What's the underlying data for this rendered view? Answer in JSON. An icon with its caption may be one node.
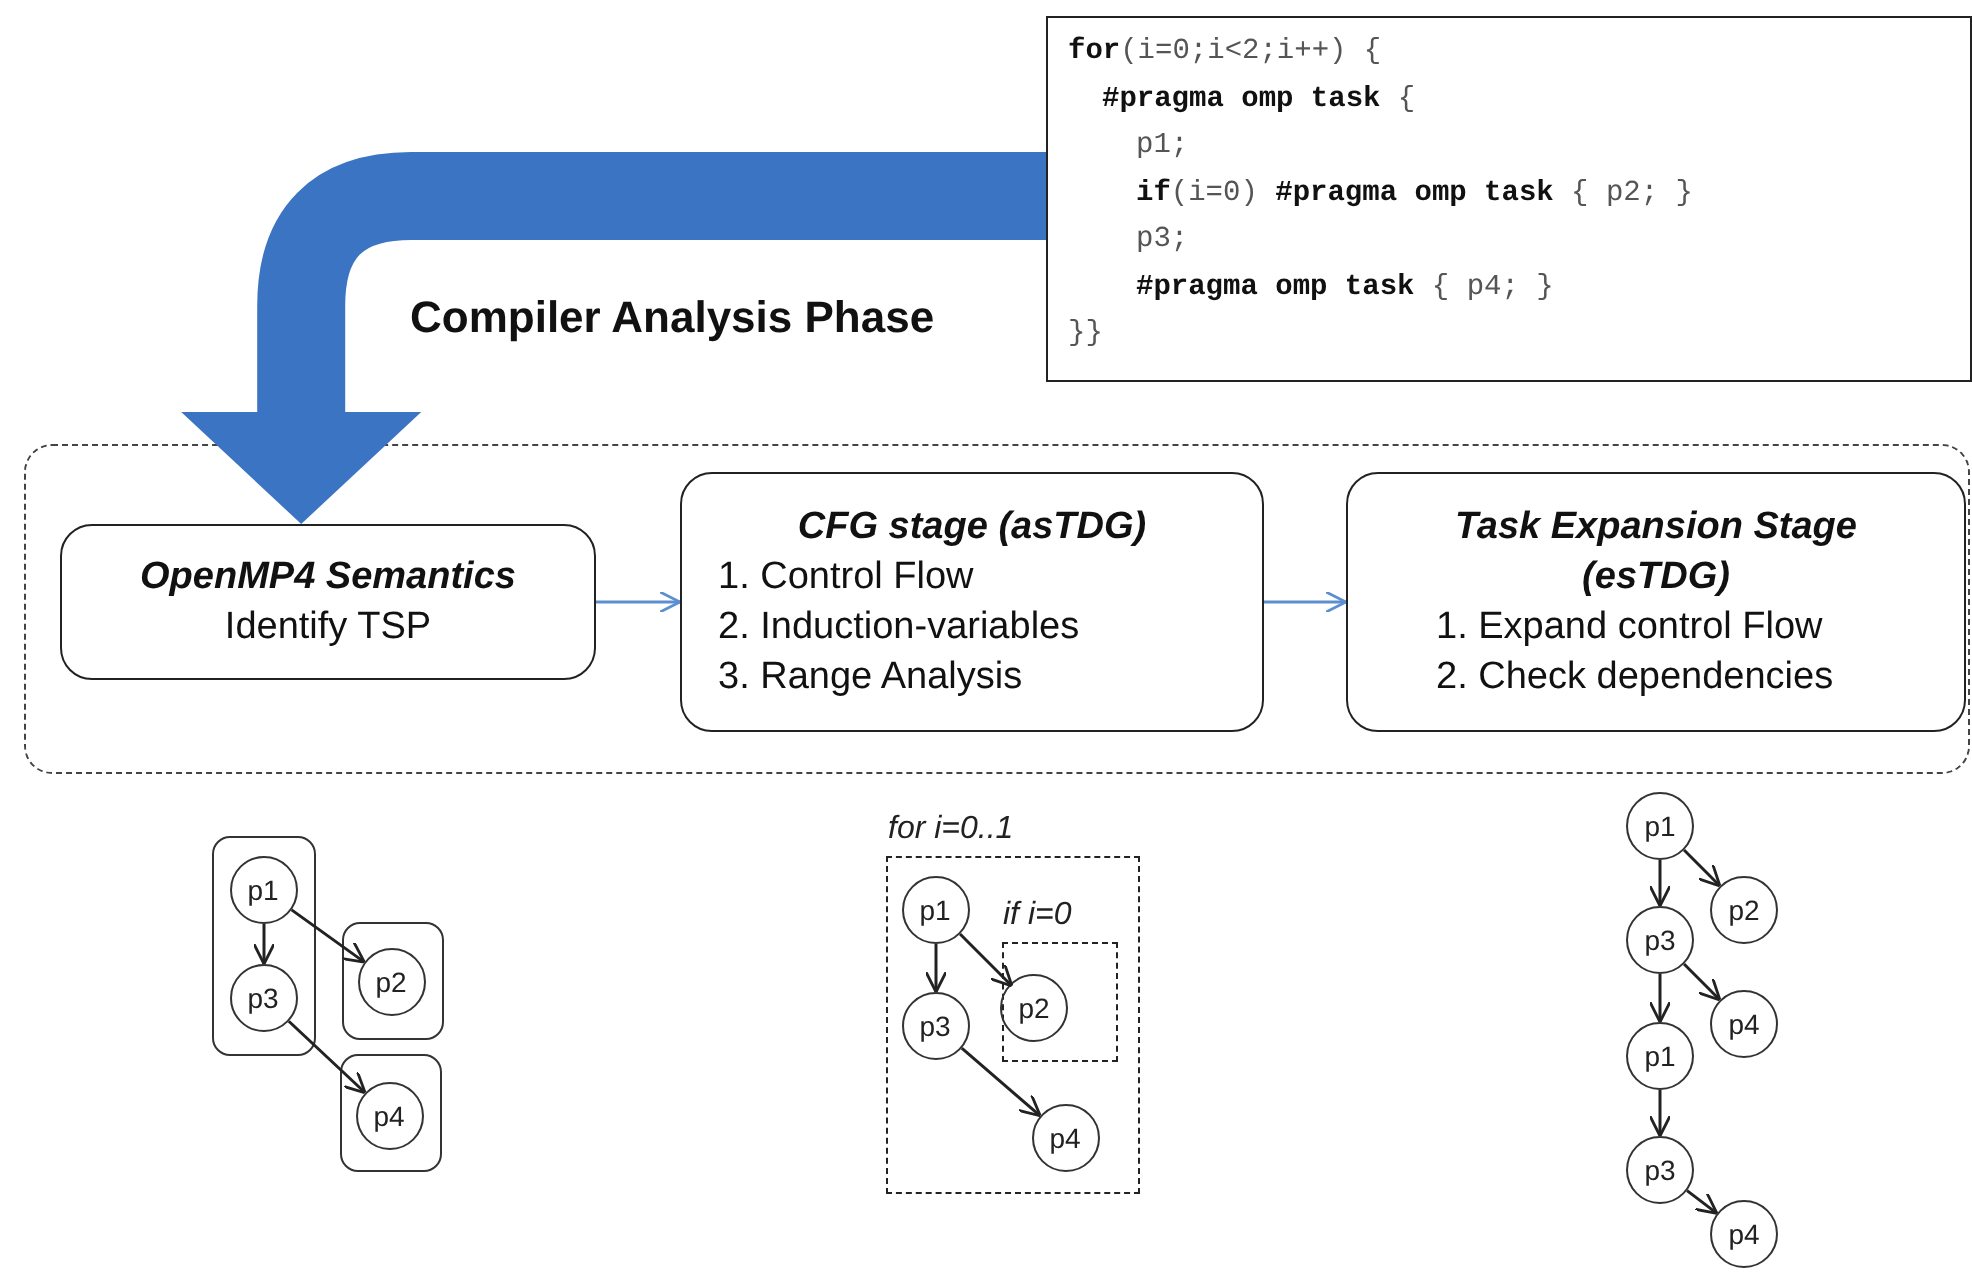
{
  "diagram": {
    "nodes": [
      {
        "text": [
          "**for**(i=0;i<2;i++) {",
          "**#pragma omp task** {",
          "p1;",
          "**if**(i=0) **#pragma omp task** { p2; }",
          "p3;",
          "**#pragma omp task** { p4; }",
          "}}"
        ]
      },
      {
        "text": [],
        "shape": "box"
      },
      {
        "text": [
          "OpenMP4 Semantics",
          "Identify TSP"
        ],
        "in": 1
      },
      {
        "text": [
          "CFG stage (asTDG)",
          "1. Control Flow",
          "2. Induction-variables",
          "3. Range Analysis"
        ],
        "in": 1
      },
      {
        "text": [
          "Task Expansion Stage (esTDG)",
          "1. Expand control Flow",
          "2. Check dependencies"
        ],
        "in": 1
      },
      {
        "text": [],
        "shape": "box"
      },
      {
        "text": [
          "p1"
        ],
        "in": 5
      },
      {
        "text": [
          "p3"
        ],
        "in": 5
      },
      {
        "text": [],
        "shape": "box"
      },
      {
        "text": [
          "p2"
        ],
        "in": 8
      },
      {
        "text": [],
        "shape": "box"
      },
      {
        "text": [
          "p4"
        ],
        "in": 10
      },
      {
        "text": [
          "for i=0..1"
        ]
      },
      {
        "text": [
          "p1"
        ],
        "in": 12
      },
      {
        "text": [
          "p3"
        ],
        "in": 12
      },
      {
        "text": [
          "if i=0"
        ],
        "in": 12
      },
      {
        "text": [
          "p2"
        ],
        "in": 15
      },
      {
        "text": [
          "p4"
        ],
        "in": 12
      },
      {
        "text": [
          "p1"
        ]
      },
      {
        "text": [
          "p2"
        ]
      },
      {
        "text": [
          "p3"
        ]
      },
      {
        "text": [
          "p4"
        ]
      },
      {
        "text": [
          "p1"
        ]
      },
      {
        "text": [
          "p3"
        ]
      },
      {
        "text": [
          "p4"
        ]
      }
    ],
    "edges": [
      {
        "from": 0,
        "to": 2,
        "arrow": "to",
        "style": "thick",
        "color": "#3b74c2"
      },
      {
        "from": 2,
        "to": 3,
        "arrow": "to",
        "color": "#5b8fcf"
      },
      {
        "from": 3,
        "to": 4,
        "arrow": "to",
        "color": "#5b8fcf"
      },
      {
        "from": 6,
        "to": 7,
        "arrow": "to"
      },
      {
        "from": 6,
        "to": 9,
        "arrow": "to"
      },
      {
        "from": 7,
        "to": 11,
        "arrow": "to"
      },
      {
        "from": 13,
        "to": 14,
        "arrow": "to"
      },
      {
        "from": 13,
        "to": 16,
        "arrow": "to"
      },
      {
        "from": 14,
        "to": 17,
        "arrow": "to"
      },
      {
        "from": 18,
        "to": 20,
        "arrow": "to"
      },
      {
        "from": 18,
        "to": 19,
        "arrow": "to"
      },
      {
        "from": 20,
        "to": 22,
        "arrow": "to"
      },
      {
        "from": 20,
        "to": 21,
        "arrow": "to"
      },
      {
        "from": 22,
        "to": 23,
        "arrow": "to"
      },
      {
        "from": 23,
        "to": 24,
        "arrow": "to"
      }
    ],
    "labels": [
      "Compiler Analysis Phase"
    ]
  }
}
